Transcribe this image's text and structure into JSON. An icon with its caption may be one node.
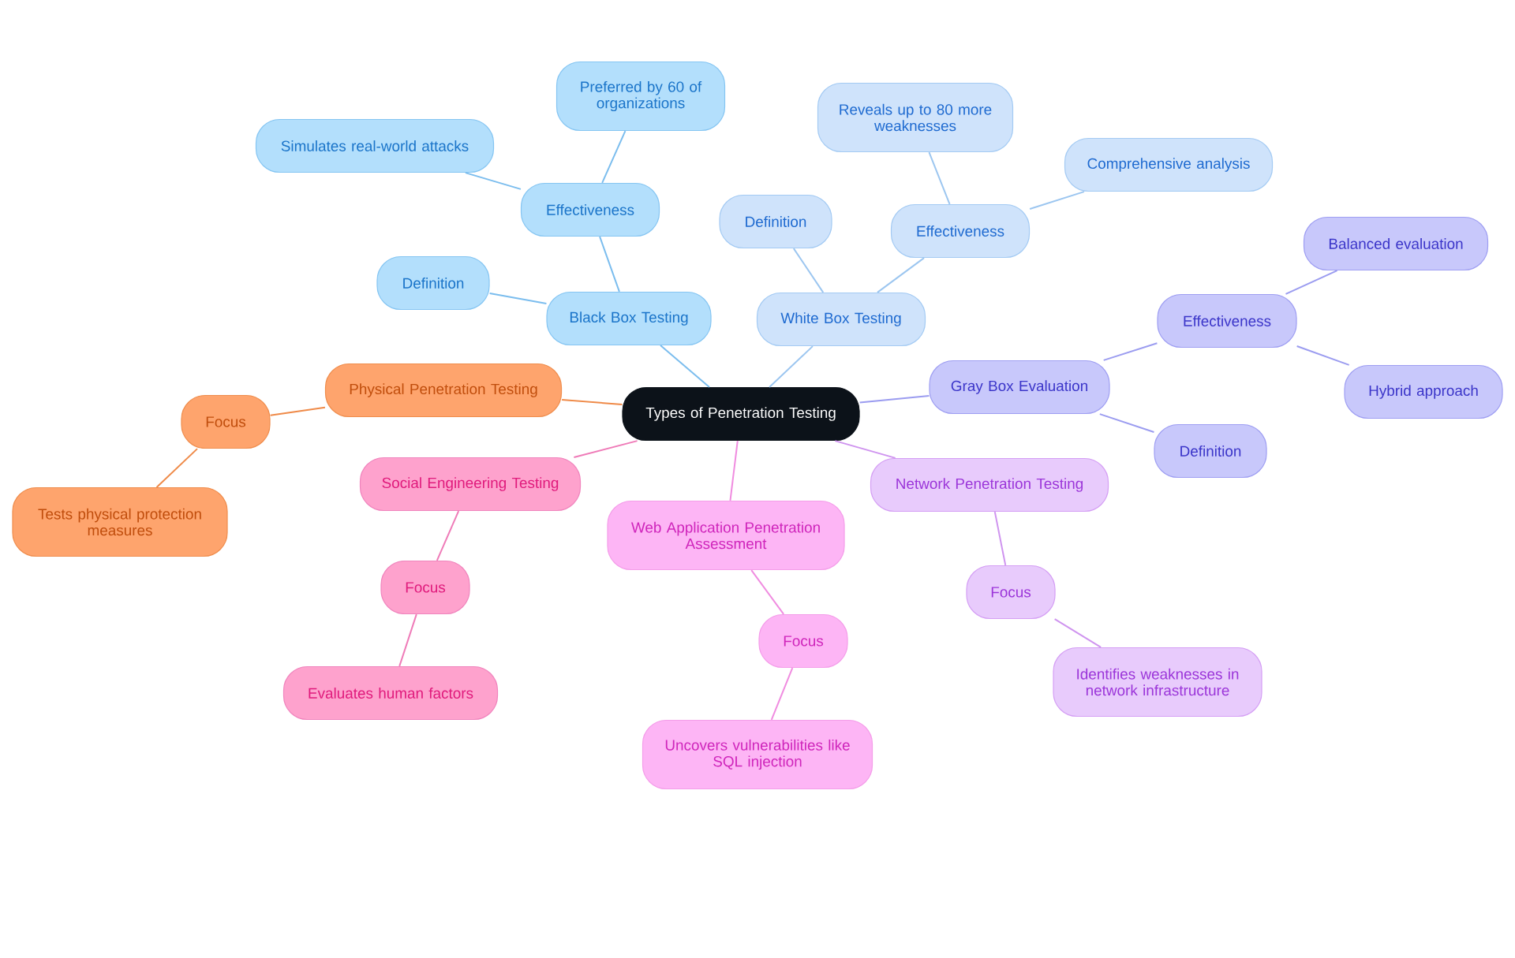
{
  "diagram": {
    "nodes": [
      {
        "text": [
          "Types of Penetration Testing"
        ]
      },
      {
        "text": [
          "Black Box Testing"
        ]
      },
      {
        "text": [
          "Definition"
        ]
      },
      {
        "text": [
          "Effectiveness"
        ]
      },
      {
        "text": [
          "Simulates real-world attacks"
        ]
      },
      {
        "text": [
          "Preferred by 60 of organizations"
        ]
      },
      {
        "text": [
          "White Box Testing"
        ]
      },
      {
        "text": [
          "Definition"
        ]
      },
      {
        "text": [
          "Effectiveness"
        ]
      },
      {
        "text": [
          "Reveals up to 80 more weaknesses"
        ]
      },
      {
        "text": [
          "Comprehensive analysis"
        ]
      },
      {
        "text": [
          "Gray Box Evaluation"
        ]
      },
      {
        "text": [
          "Effectiveness"
        ]
      },
      {
        "text": [
          "Balanced evaluation"
        ]
      },
      {
        "text": [
          "Hybrid approach"
        ]
      },
      {
        "text": [
          "Definition"
        ]
      },
      {
        "text": [
          "Network Penetration Testing"
        ]
      },
      {
        "text": [
          "Focus"
        ]
      },
      {
        "text": [
          "Identifies weaknesses in network infrastructure"
        ]
      },
      {
        "text": [
          "Web Application Penetration Assessment"
        ]
      },
      {
        "text": [
          "Focus"
        ]
      },
      {
        "text": [
          "Uncovers vulnerabilities like SQL injection"
        ]
      },
      {
        "text": [
          "Social Engineering Testing"
        ]
      },
      {
        "text": [
          "Focus"
        ]
      },
      {
        "text": [
          "Evaluates human factors"
        ]
      },
      {
        "text": [
          "Physical Penetration Testing"
        ]
      },
      {
        "text": [
          "Focus"
        ]
      },
      {
        "text": [
          "Tests physical protection measures"
        ]
      }
    ],
    "edges": [
      {
        "from": 0,
        "to": 1,
        "arrow": "none",
        "color": "#7bbdee"
      },
      {
        "from": 1,
        "to": 2,
        "arrow": "none",
        "color": "#7bbdee"
      },
      {
        "from": 1,
        "to": 3,
        "arrow": "none",
        "color": "#7bbdee"
      },
      {
        "from": 3,
        "to": 4,
        "arrow": "none",
        "color": "#7bbdee"
      },
      {
        "from": 3,
        "to": 5,
        "arrow": "none",
        "color": "#7bbdee"
      },
      {
        "from": 0,
        "to": 6,
        "arrow": "none",
        "color": "#9cc6f0"
      },
      {
        "from": 6,
        "to": 7,
        "arrow": "none",
        "color": "#9cc6f0"
      },
      {
        "from": 6,
        "to": 8,
        "arrow": "none",
        "color": "#9cc6f0"
      },
      {
        "from": 8,
        "to": 9,
        "arrow": "none",
        "color": "#9cc6f0"
      },
      {
        "from": 8,
        "to": 10,
        "arrow": "none",
        "color": "#9cc6f0"
      },
      {
        "from": 0,
        "to": 11,
        "arrow": "none",
        "color": "#9b9cf0"
      },
      {
        "from": 11,
        "to": 12,
        "arrow": "none",
        "color": "#9b9cf0"
      },
      {
        "from": 12,
        "to": 13,
        "arrow": "none",
        "color": "#9b9cf0"
      },
      {
        "from": 12,
        "to": 14,
        "arrow": "none",
        "color": "#9b9cf0"
      },
      {
        "from": 11,
        "to": 15,
        "arrow": "none",
        "color": "#9b9cf0"
      },
      {
        "from": 0,
        "to": 16,
        "arrow": "none",
        "color": "#cf94ef"
      },
      {
        "from": 16,
        "to": 17,
        "arrow": "none",
        "color": "#cf94ef"
      },
      {
        "from": 17,
        "to": 18,
        "arrow": "none",
        "color": "#cf94ef"
      },
      {
        "from": 0,
        "to": 19,
        "arrow": "none",
        "color": "#f08ce0"
      },
      {
        "from": 19,
        "to": 20,
        "arrow": "none",
        "color": "#f08ce0"
      },
      {
        "from": 20,
        "to": 21,
        "arrow": "none",
        "color": "#f08ce0"
      },
      {
        "from": 0,
        "to": 22,
        "arrow": "none",
        "color": "#ef7bb8"
      },
      {
        "from": 22,
        "to": 23,
        "arrow": "none",
        "color": "#ef7bb8"
      },
      {
        "from": 23,
        "to": 24,
        "arrow": "none",
        "color": "#ef7bb8"
      },
      {
        "from": 0,
        "to": 25,
        "arrow": "none",
        "color": "#ef8a48"
      },
      {
        "from": 25,
        "to": 26,
        "arrow": "none",
        "color": "#ef8a48"
      },
      {
        "from": 26,
        "to": 27,
        "arrow": "none",
        "color": "#ef8a48"
      }
    ]
  }
}
